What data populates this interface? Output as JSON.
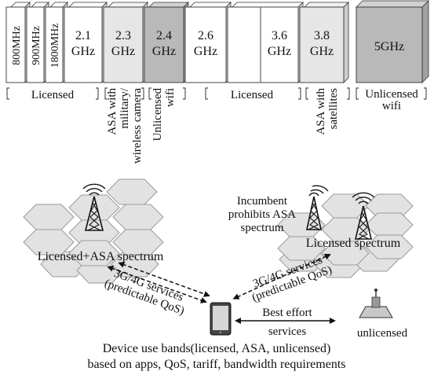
{
  "bands": [
    {
      "label": "800MHz",
      "fill": "#ffffff"
    },
    {
      "label": "900MHz",
      "fill": "#ffffff"
    },
    {
      "label": "1800MHz",
      "fill": "#ffffff"
    },
    {
      "line1": "2.1",
      "line2": "GHz",
      "fill": "#ffffff"
    },
    {
      "line1": "2.3",
      "line2": "GHz",
      "fill": "#e6e6e6"
    },
    {
      "line1": "2.4",
      "line2": "GHz",
      "fill": "#b9b9b9"
    },
    {
      "line1": "2.6",
      "line2": "GHz",
      "fill": "#ffffff"
    },
    {
      "line1": "3.6",
      "line2": "GHz",
      "fill": "#ffffff"
    },
    {
      "line1": "3.8",
      "line2": "GHz",
      "fill": "#e6e6e6"
    },
    {
      "line1": "5GHz",
      "fill": "#b9b9b9"
    }
  ],
  "categories": {
    "licensed_left": "Licensed",
    "asa_military": [
      "ASA with",
      "military/",
      "wireless camera"
    ],
    "unlicensed_wifi_vertical": [
      "Unlicensed",
      "wifi"
    ],
    "licensed_mid": "Licensed",
    "asa_satellites": [
      "ASA with",
      "satellites"
    ],
    "unlicensed_wifi_right": [
      "Unlicensed",
      "wifi"
    ]
  },
  "left_cluster_label": "Licensed+ASA spectrum",
  "right_cluster": {
    "incumbent": [
      "Incumbent",
      "prohibits ASA",
      "spectrum"
    ],
    "label": "Licensed spectrum"
  },
  "links": {
    "left_services": [
      "3G/4G services",
      "(predictable QoS)"
    ],
    "right_services": [
      "3G/4G services",
      "(predictable QoS)"
    ],
    "best_effort": [
      "Best effort",
      "services"
    ],
    "unlicensed": "unlicensed"
  },
  "caption": [
    "Device use bands(licensed, ASA, unlicensed)",
    "based on apps, QoS, tariff, bandwidth requirements"
  ],
  "colors": {
    "hex_light": "#e2e2e2",
    "hex_stroke": "#9a9a9a",
    "white_band": "#ffffff",
    "asa_band": "#e6e6e6",
    "wifi_band": "#b9b9b9"
  }
}
